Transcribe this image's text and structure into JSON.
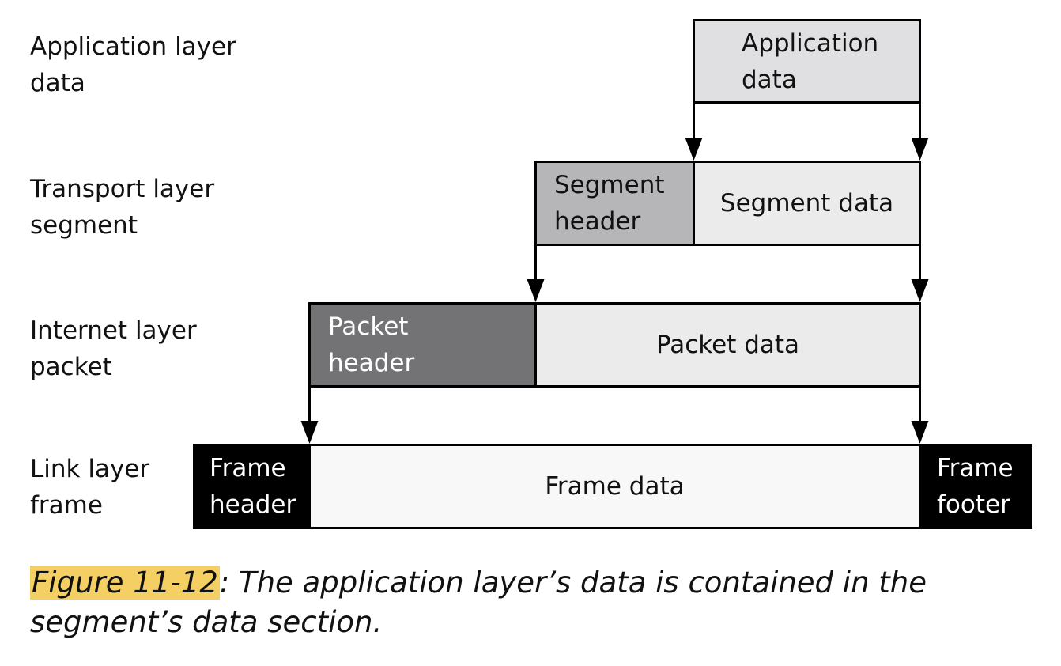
{
  "layers": {
    "application": {
      "label": "Application layer\ndata",
      "boxes": {
        "data": "Application\ndata"
      }
    },
    "transport": {
      "label": "Transport layer\nsegment",
      "boxes": {
        "header": "Segment\nheader",
        "data": "Segment data"
      }
    },
    "internet": {
      "label": "Internet layer\npacket",
      "boxes": {
        "header": "Packet\nheader",
        "data": "Packet data"
      }
    },
    "link": {
      "label": "Link layer\nframe",
      "boxes": {
        "header": "Frame\nheader",
        "data": "Frame data",
        "footer": "Frame\nfooter"
      }
    }
  },
  "caption": {
    "number": "Figure 11-12",
    "text": ": The application layer’s data is contained in the segment’s data section."
  },
  "colors": {
    "application_data": "#e0e0e2",
    "segment_header": "#b6b6b8",
    "data_light": "#ebebec",
    "packet_header": "#737375",
    "frame_edges": "#000000",
    "frame_data": "#f8f8f8",
    "caption_highlight": "#f4cf63"
  }
}
